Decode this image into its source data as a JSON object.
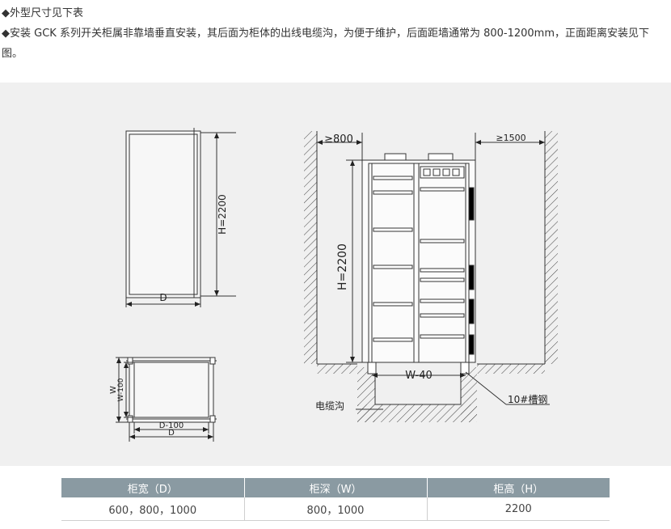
{
  "intro": {
    "line1": "◆外型尺寸见下表",
    "line2": "◆安装 GCK 系列开关柜属非靠墙垂直安装，其后面为柜体的出线电缆沟，为便于维护，后面距墙通常为 800-1200mm，正面距离安装见下图。"
  },
  "diagram": {
    "side_view": {
      "height_label": "H=2200",
      "depth_label": "D"
    },
    "plan_view": {
      "w_label": "W",
      "w100_label": "W-100",
      "d100_label": "D-100",
      "d_label": "D"
    },
    "front_view": {
      "back_clearance": "≥800",
      "front_clearance": "≥1500",
      "height_label": "H=2200",
      "base_label": "W-40",
      "cable_trench_label": "电缆沟",
      "channel_steel_label": "10#槽钢"
    }
  },
  "table": {
    "headers": [
      "柜宽（D）",
      "柜深（W）",
      "柜高（H）"
    ],
    "rows": [
      [
        "600，800，1000",
        "800，1000",
        "2200"
      ]
    ]
  }
}
